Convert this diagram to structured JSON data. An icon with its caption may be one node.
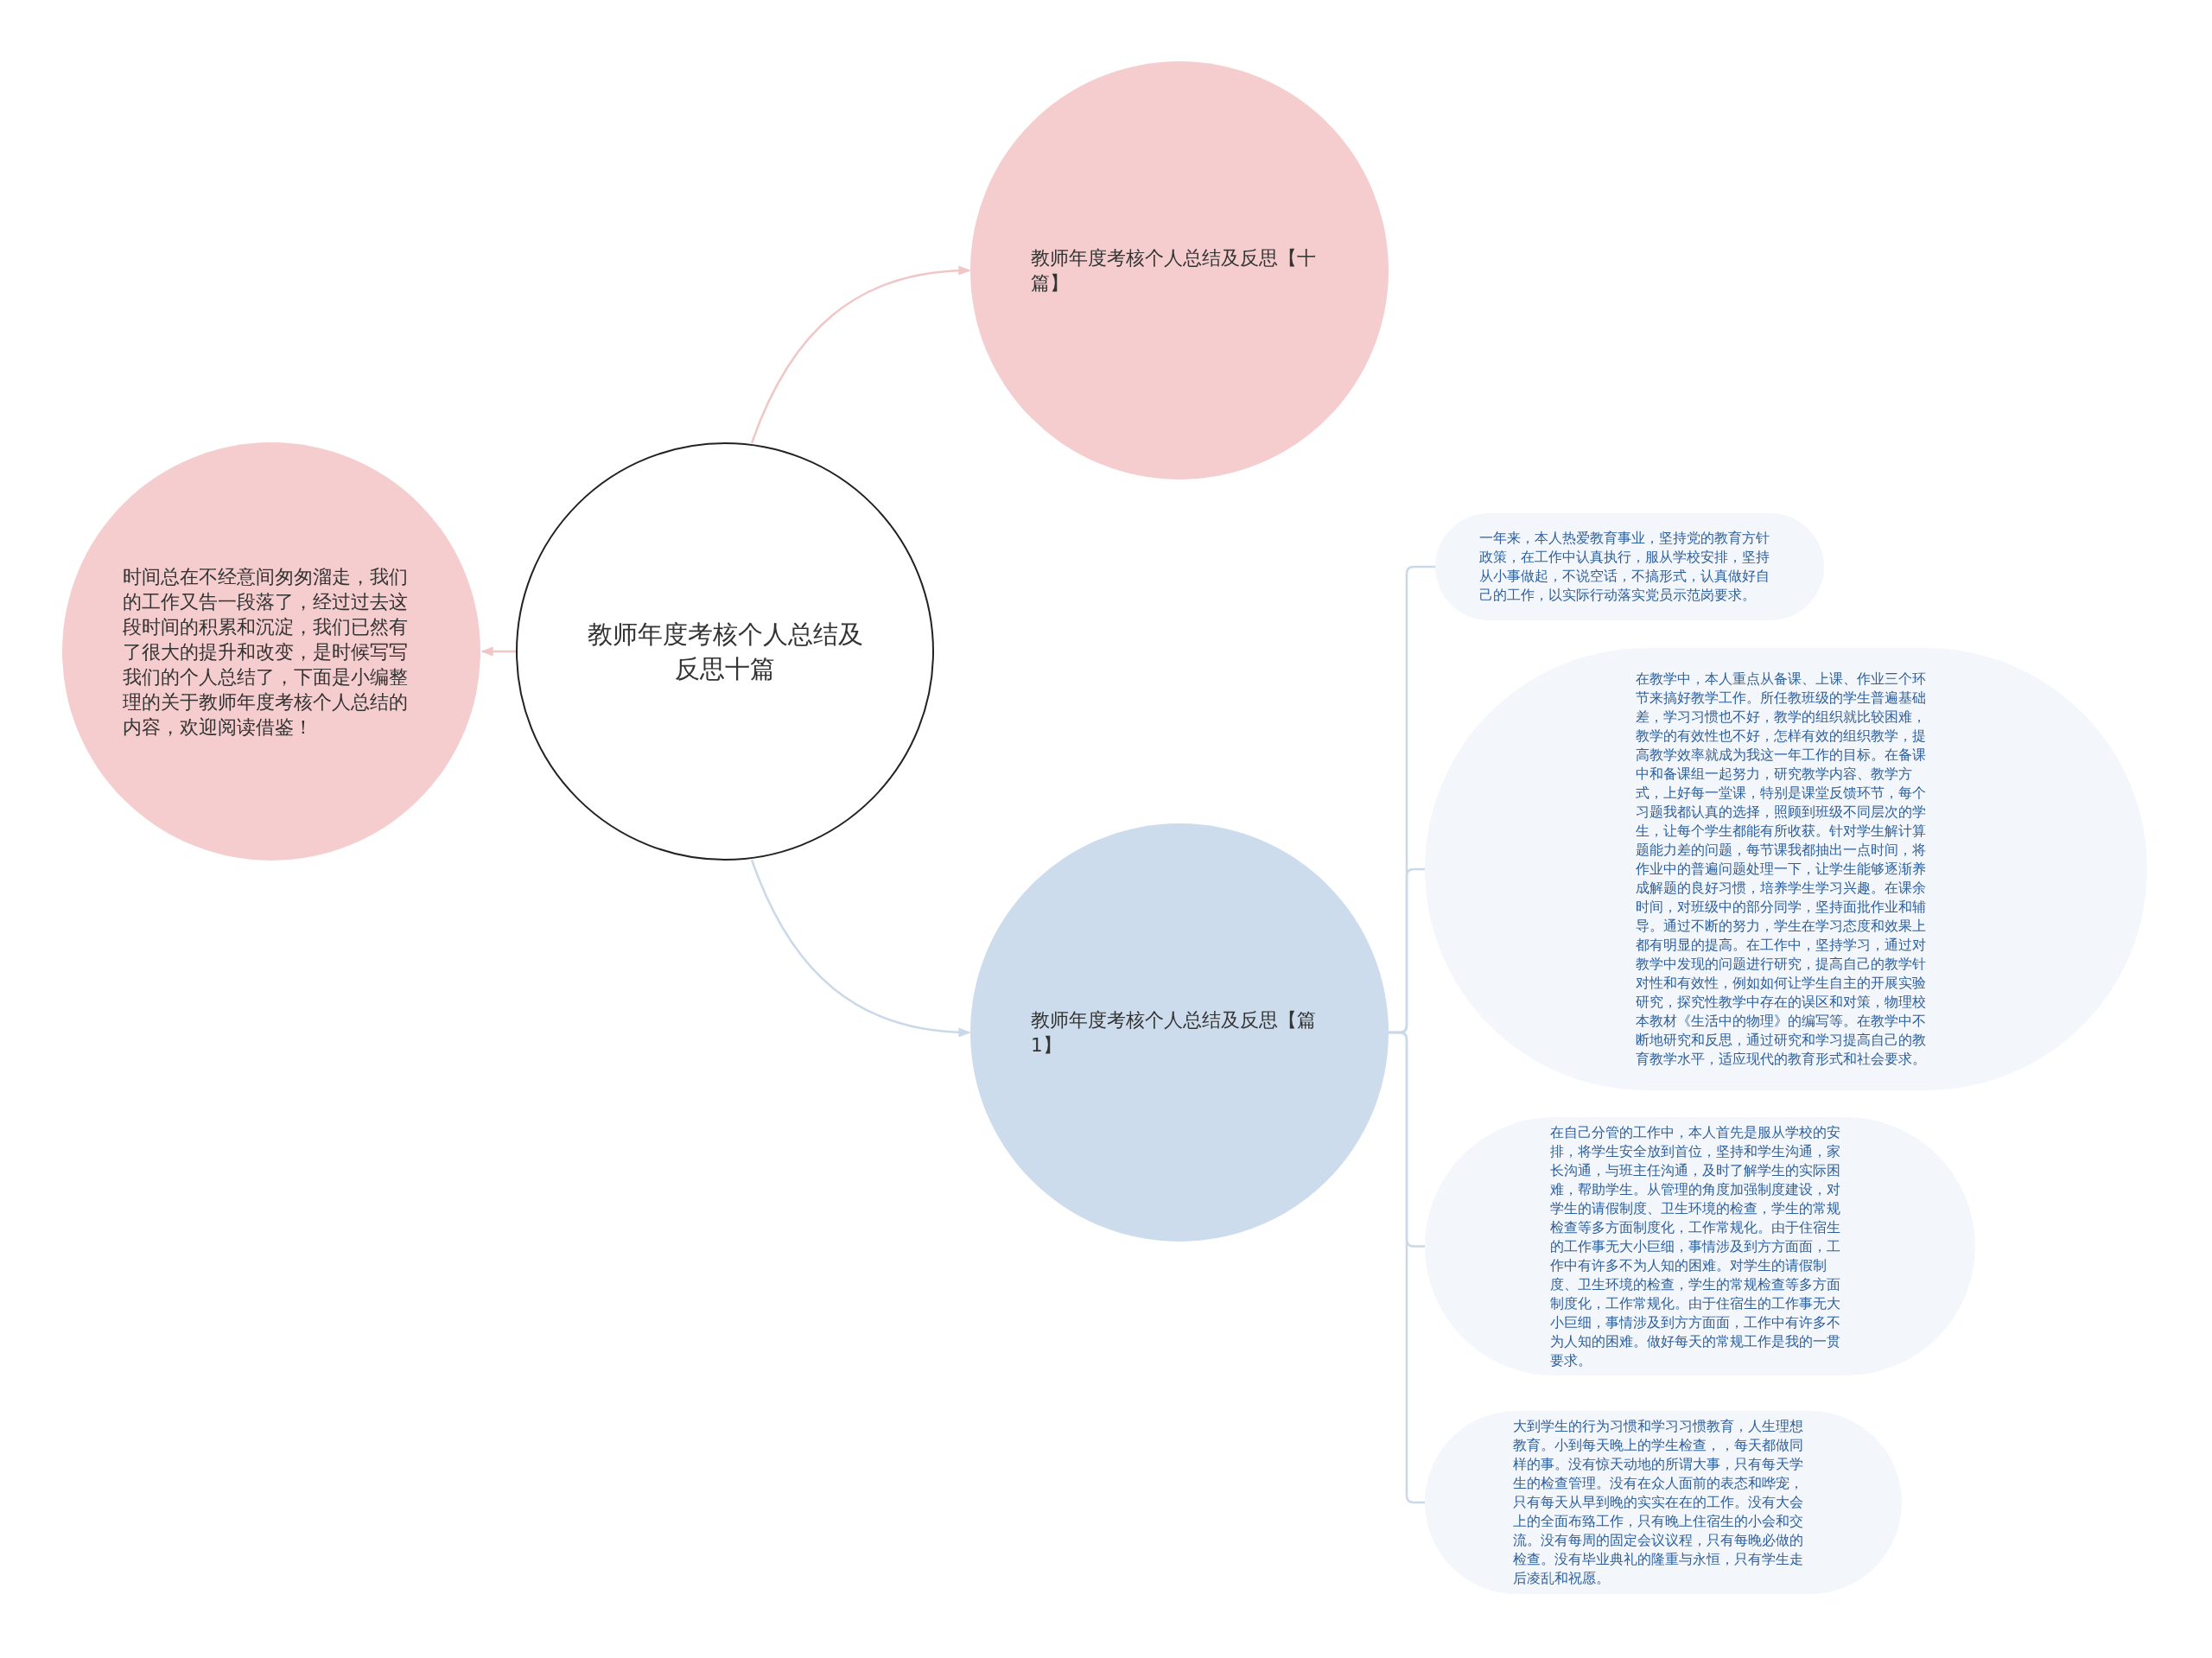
{
  "diagram": {
    "nodes": [
      {
        "text": [
          "教师年度考核个人总结及反思十篇"
        ]
      },
      {
        "text": [
          "教师年度考核个人总结及反思【十篇】"
        ]
      },
      {
        "text": [
          "时间总在不经意间匆匆溜走，我们的工作又告一段落了，经过过去这段时间的积累和沉淀，我们已然有了很大的提升和改变，是时候写写我们的个人总结了，下面是小编整理的关于教师年度考核个人总结的内容，欢迎阅读借鉴！"
        ]
      },
      {
        "text": [
          "教师年度考核个人总结及反思【篇1】"
        ]
      },
      {
        "text": [
          "一年来，本人热爱教育事业，坚持党的教育方针政策，在工作中认真执行，服从学校安排，坚持从小事做起，不说空话，不搞形式，认真做好自己的工作，以实际行动落实党员示范岗要求。"
        ]
      },
      {
        "text": [
          "在教学中，本人重点从备课、上课、作业三个环节来搞好教学工作。所任教班级的学生普遍基础差，学习习惯也不好，教学的组织就比较困难，教学的有效性也不好，怎样有效的组织教学，提高教学效率就成为我这一年工作的目标。在备课中和备课组一起努力，研究教学内容、教学方式，上好每一堂课，特别是课堂反馈环节，每个习题我都认真的选择，照顾到班级不同层次的学生，让每个学生都能有所收获。针对学生解计算题能力差的问题，每节课我都抽出一点时间，将作业中的普遍问题处理一下，让学生能够逐渐养成解题的良好习惯，培养学生学习兴趣。在课余时间，对班级中的部分同学，坚持面批作业和辅导。通过不断的努力，学生在学习态度和效果上都有明显的提高。在工作中，坚持学习，通过对教学中发现的问题进行研究，提高自己的教学针对性和有效性，例如如何让学生自主的开展实验研究，探究性教学中存在的误区和对策，物理校本教材《生活中的物理》的编写等。在教学中不断地研究和反思，通过研究和学习提高自己的教育教学水平，适应现代的教育形式和社会要求。"
        ]
      },
      {
        "text": [
          "在自己分管的工作中，本人首先是服从学校的安排，将学生安全放到首位，坚持和学生沟通，家长沟通，与班主任沟通，及时了解学生的实际困难，帮助学生。从管理的角度加强制度建设，对学生的请假制度、卫生环境的检查，学生的常规检查等多方面制度化，工作常规化。由于住宿生的工作事无大小巨细，事情涉及到方方面面，工作中有许多不为人知的困难。对学生的请假制度、卫生环境的检查，学生的常规检查等多方面制度化，工作常规化。由于住宿生的工作事无大小巨细，事情涉及到方方面面，工作中有许多不为人知的困难。做好每天的常规工作是我的一贯要求。"
        ]
      },
      {
        "text": [
          "大到学生的行为习惯和学习习惯教育，人生理想教育。小到每天晚上的学生检查，，每天都做同样的事。没有惊天动地的所谓大事，只有每天学生的检查管理。没有在众人面前的表态和哗宠，只有每天从早到晚的实实在在的工作。没有大会上的全面布臵工作，只有晚上住宿生的小会和交流。没有每周的固定会议议程，只有每晚必做的检查。没有毕业典礼的隆重与永恒，只有学生走后凌乱和祝愿。"
        ]
      }
    ],
    "edges": [
      {
        "from": 0,
        "to": 1,
        "arrow": "to",
        "color": "#f0c6c7"
      },
      {
        "from": 0,
        "to": 2,
        "arrow": "to",
        "color": "#f0c6c7"
      },
      {
        "from": 0,
        "to": 3,
        "arrow": "to"
      },
      {
        "from": 3,
        "to": 4,
        "arrow": "none"
      },
      {
        "from": 3,
        "to": 5,
        "arrow": "none"
      },
      {
        "from": 3,
        "to": 6,
        "arrow": "none"
      },
      {
        "from": 3,
        "to": 7,
        "arrow": "none"
      }
    ]
  }
}
